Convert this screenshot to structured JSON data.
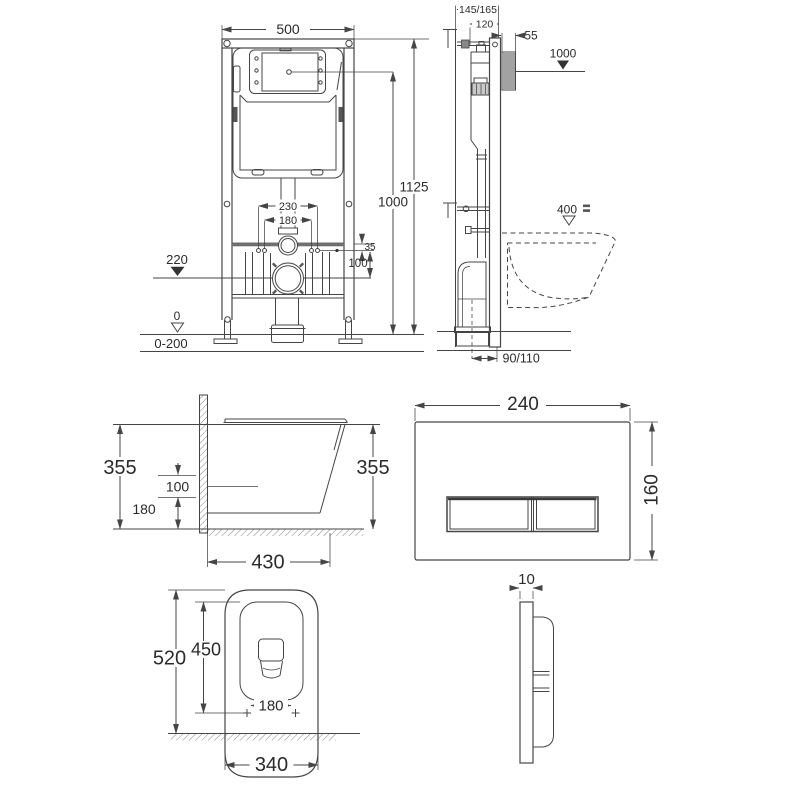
{
  "style": {
    "background": "#ffffff",
    "line_color": "#454545",
    "text_color": "#2b2b2b",
    "hatch_color": "#787878"
  },
  "frame_front": {
    "width": "500",
    "total_height": "1125",
    "panel_center_height": "1000",
    "bolt_spacing_outer": "230",
    "bolt_spacing_inner": "180",
    "bracket_offset": "35",
    "outlet_drop": "100",
    "outlet_height": "220",
    "floor_level": "0",
    "floor_adjust_range": "0-200"
  },
  "frame_side": {
    "frame_depth": "145/165",
    "cistern_depth": "120",
    "plate_recess": "55",
    "plate_center_height": "1000",
    "pan_rim_height": "400",
    "outlet_wall_offset": "90/110"
  },
  "pan_side": {
    "height_front": "355",
    "height_back": "355",
    "rim_offset": "100",
    "outlet_height": "180",
    "depth": "430"
  },
  "flush_plate_front": {
    "width": "240",
    "height": "160"
  },
  "pan_top": {
    "depth": "520",
    "inner_depth": "450",
    "bolt_spacing": "180",
    "width": "340"
  },
  "flush_plate_side": {
    "thickness": "10"
  }
}
